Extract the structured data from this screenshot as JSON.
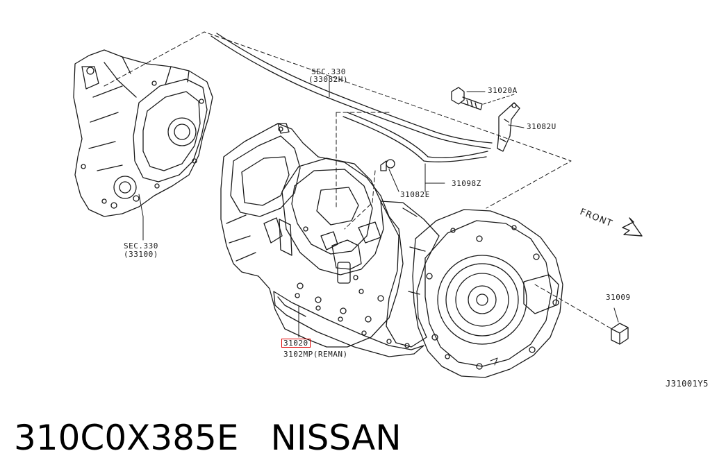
{
  "callouts": {
    "sec330_top": "SEC.330",
    "sec330_top_sub": "(33082H)",
    "sec330_left": "SEC.330",
    "sec330_left_sub": "(33100)",
    "p31020A": "31020A",
    "p31082U": "31082U",
    "p31098Z": "31098Z",
    "p31082E": "31082E",
    "p31009": "31009",
    "p31020": "31020",
    "p3102MP": "3102MP(REMAN)",
    "front": "FRONT",
    "diagram_code": "J31001Y5"
  },
  "highlight_color": "#e00000",
  "footer": {
    "part_number": "310C0X385E",
    "brand": "NISSAN"
  }
}
